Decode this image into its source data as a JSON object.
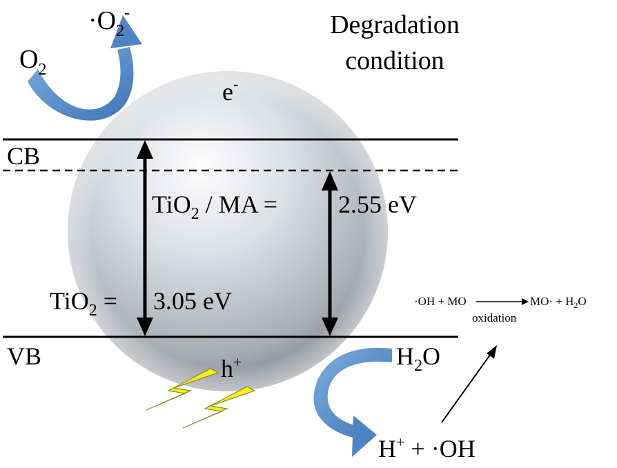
{
  "title": {
    "line1": "Degradation",
    "line2": "condition"
  },
  "superoxide": {
    "prefix": "·O",
    "sub": "2",
    "sup": "-"
  },
  "oxygen": {
    "base": "O",
    "sub": "2"
  },
  "electron": {
    "base": "e",
    "sup": "-"
  },
  "bands": {
    "cb": "CB",
    "vb": "VB"
  },
  "gap_tio2_ma": {
    "a": "TiO",
    "sub": "2",
    "b": " / MA = ",
    "value": "2.55 eV"
  },
  "gap_tio2": {
    "a": "TiO",
    "sub": "2",
    "b": " = ",
    "value": "3.05 eV"
  },
  "hole": {
    "base": "h",
    "sup": "+"
  },
  "water": {
    "a": "H",
    "sub": "2",
    "b": "O"
  },
  "products": {
    "a": "H",
    "sup": "+",
    "b": " + ·OH"
  },
  "reaction": {
    "left": "·OH + MO",
    "right_a": "MO· + H",
    "right_sub": "2",
    "right_b": "O",
    "below": "oxidation"
  },
  "colors": {
    "arrow_blue": "#5b8fcb",
    "lightning_yellow": "#f5ef1e",
    "sphere_light": "#f8f9fb",
    "sphere_dark": "#6f7378"
  }
}
